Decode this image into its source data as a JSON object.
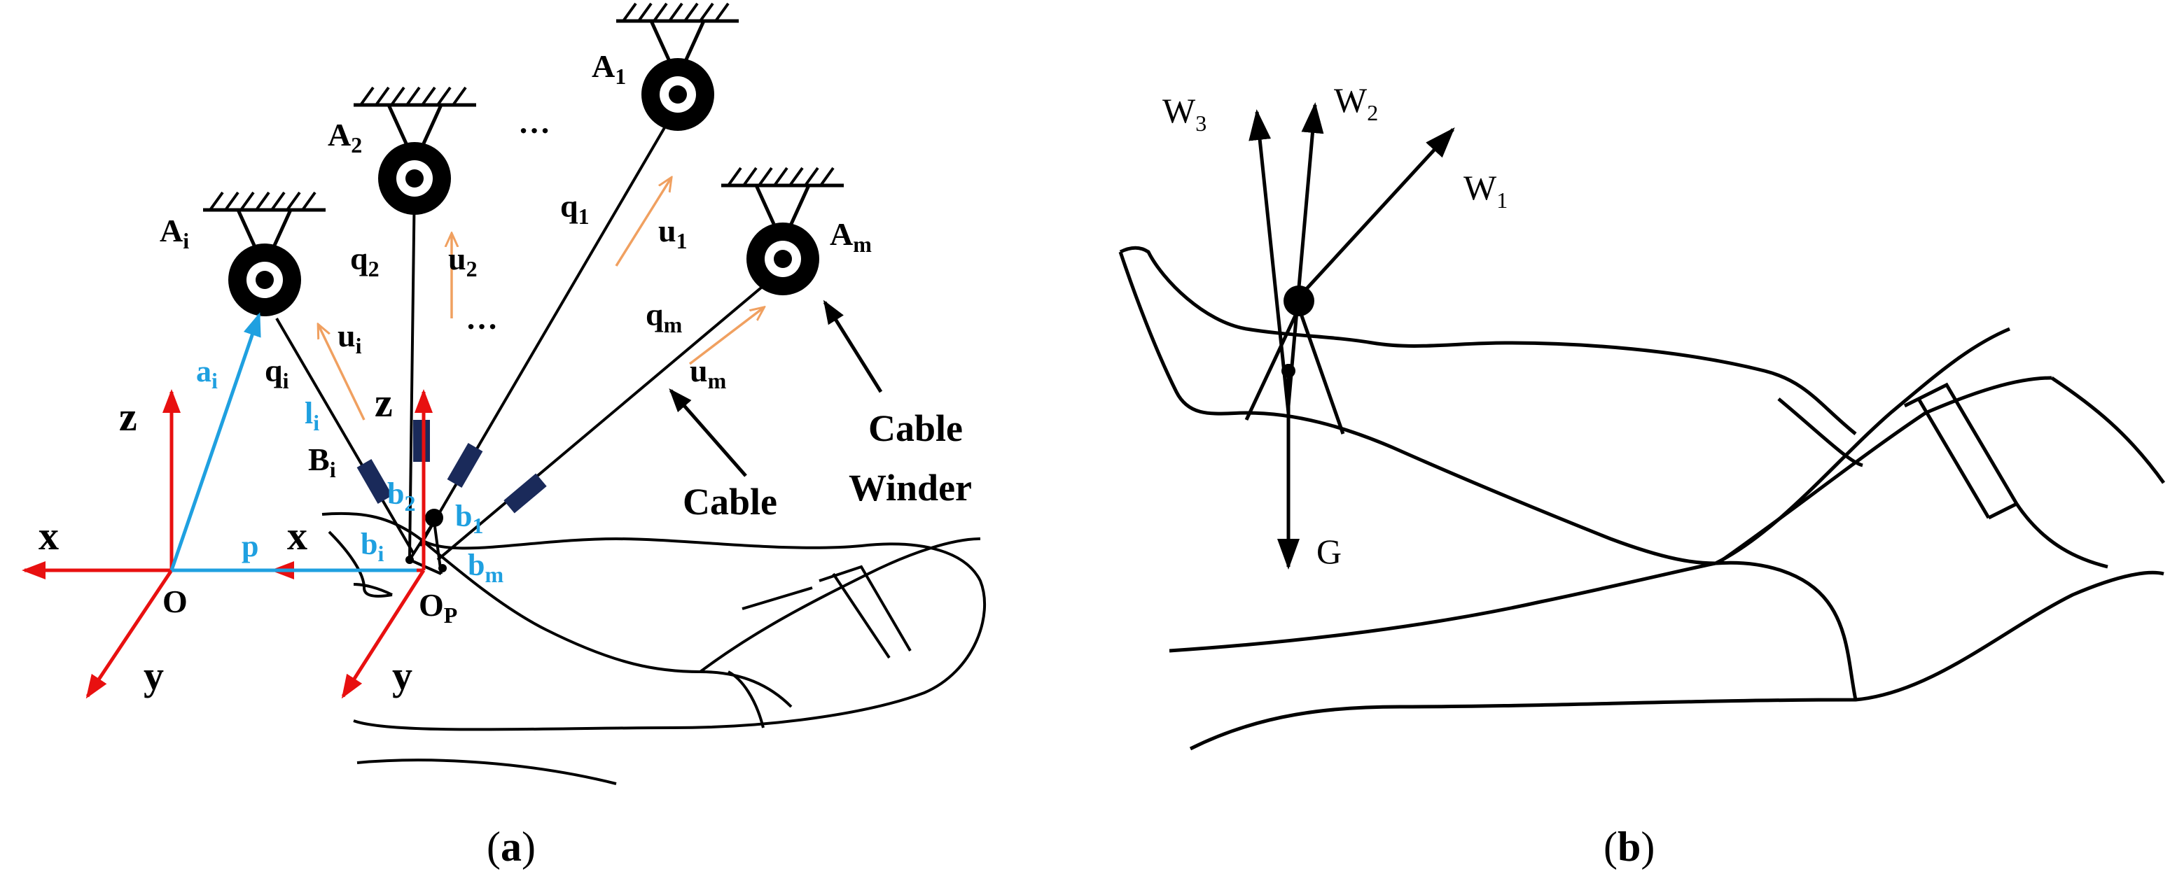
{
  "panel_a": {
    "anchors": [
      {
        "name": "A",
        "sub": "i"
      },
      {
        "name": "A",
        "sub": "2"
      },
      {
        "name": "A",
        "sub": "1"
      },
      {
        "name": "A",
        "sub": "m"
      }
    ],
    "cable_lengths": [
      {
        "name": "q",
        "sub": "i"
      },
      {
        "name": "q",
        "sub": "2"
      },
      {
        "name": "q",
        "sub": "1"
      },
      {
        "name": "q",
        "sub": "m"
      }
    ],
    "unit_vectors": [
      {
        "name": "u",
        "sub": "i"
      },
      {
        "name": "u",
        "sub": "2"
      },
      {
        "name": "u",
        "sub": "1"
      },
      {
        "name": "u",
        "sub": "m"
      }
    ],
    "ellipsis": "…",
    "ellipsis2": "…",
    "frame_O": {
      "x": "x",
      "y": "y",
      "z": "z",
      "origin": "O"
    },
    "frame_P": {
      "x": "x",
      "y": "y",
      "z": "z",
      "origin": "O",
      "origin_sub": "P"
    },
    "blue_labels": {
      "a": "a",
      "a_sub": "i",
      "l": "l",
      "l_sub": "i",
      "p": "p",
      "b2": "b",
      "b2_sub": "2",
      "b1": "b",
      "b1_sub": "1",
      "bi": "b",
      "bi_sub": "i",
      "bm": "b",
      "bm_sub": "m"
    },
    "Bi": {
      "name": "B",
      "sub": "i"
    },
    "cable_label": "Cable",
    "winder_label_1": "Cable",
    "winder_label_2": "Winder",
    "caption_open": "(",
    "caption_letter": "a",
    "caption_close": ")"
  },
  "panel_b": {
    "forces": [
      {
        "name": "W",
        "sub": "3"
      },
      {
        "name": "W",
        "sub": "2"
      },
      {
        "name": "W",
        "sub": "1"
      }
    ],
    "gravity": "G",
    "caption_open": "(",
    "caption_letter": "b",
    "caption_close": ")"
  },
  "colors": {
    "frame_red": "#e81010",
    "vector_blue": "#1fa0e0",
    "unit_orange": "#f0a060",
    "actuator_navy": "#1a2a5a"
  }
}
